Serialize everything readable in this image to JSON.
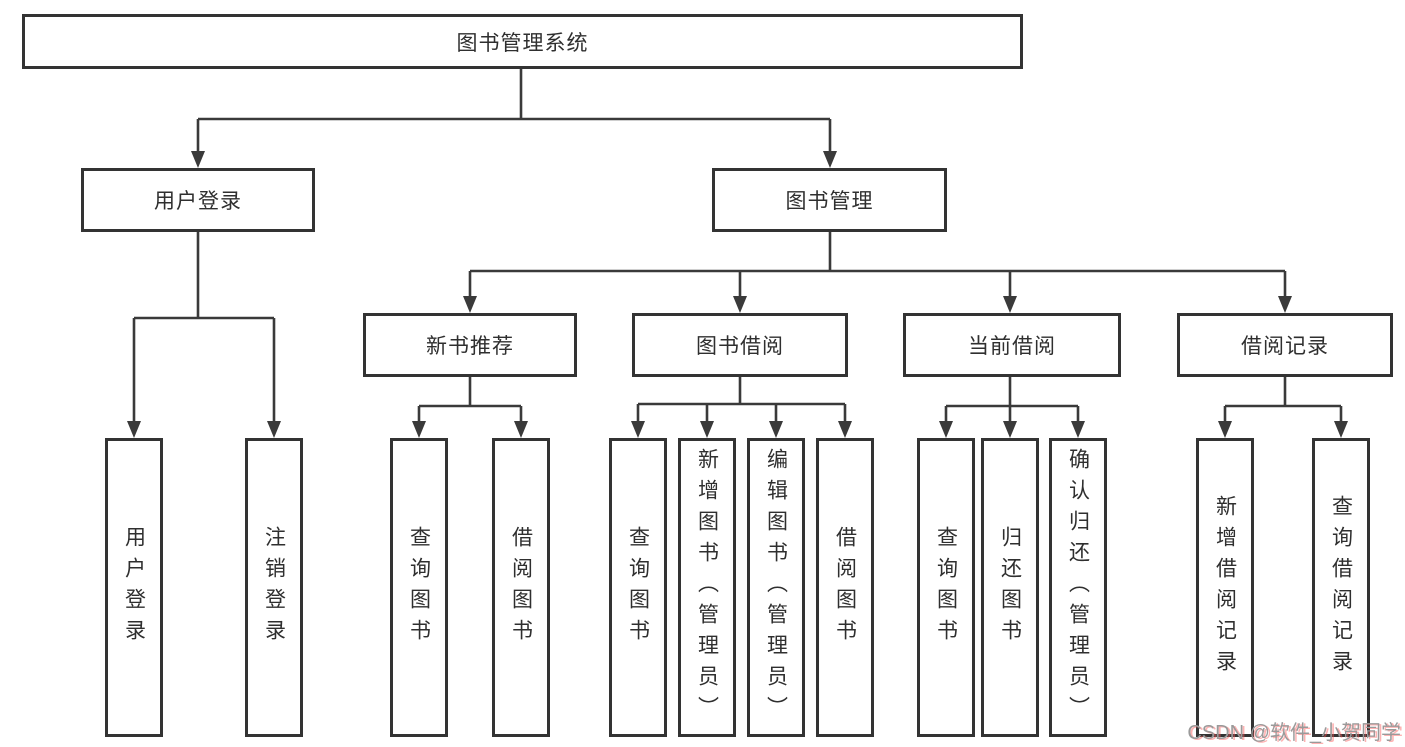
{
  "diagram": {
    "type": "hierarchy-tree",
    "tree": {
      "label": "图书管理系统",
      "children": [
        {
          "label": "用户登录",
          "children": [
            {
              "label": "用户登录"
            },
            {
              "label": "注销登录"
            }
          ]
        },
        {
          "label": "图书管理",
          "children": [
            {
              "label": "新书推荐",
              "children": [
                {
                  "label": "查询图书"
                },
                {
                  "label": "借阅图书"
                }
              ]
            },
            {
              "label": "图书借阅",
              "children": [
                {
                  "label": "查询图书"
                },
                {
                  "label": "新增图书（管理员）"
                },
                {
                  "label": "编辑图书（管理员）"
                },
                {
                  "label": "借阅图书"
                }
              ]
            },
            {
              "label": "当前借阅",
              "children": [
                {
                  "label": "查询图书"
                },
                {
                  "label": "归还图书"
                },
                {
                  "label": "确认归还（管理员）"
                }
              ]
            },
            {
              "label": "借阅记录",
              "children": [
                {
                  "label": "新增借阅记录"
                },
                {
                  "label": "查询借阅记录"
                }
              ]
            }
          ]
        }
      ]
    },
    "watermark": {
      "text": "CSDN @软件_小贺同学"
    },
    "colors": {
      "bg": "#ffffff",
      "line": "#3a3a3a",
      "border": "#333333",
      "text": "#2f2f2f",
      "watermark": "#9a9a9a"
    }
  }
}
